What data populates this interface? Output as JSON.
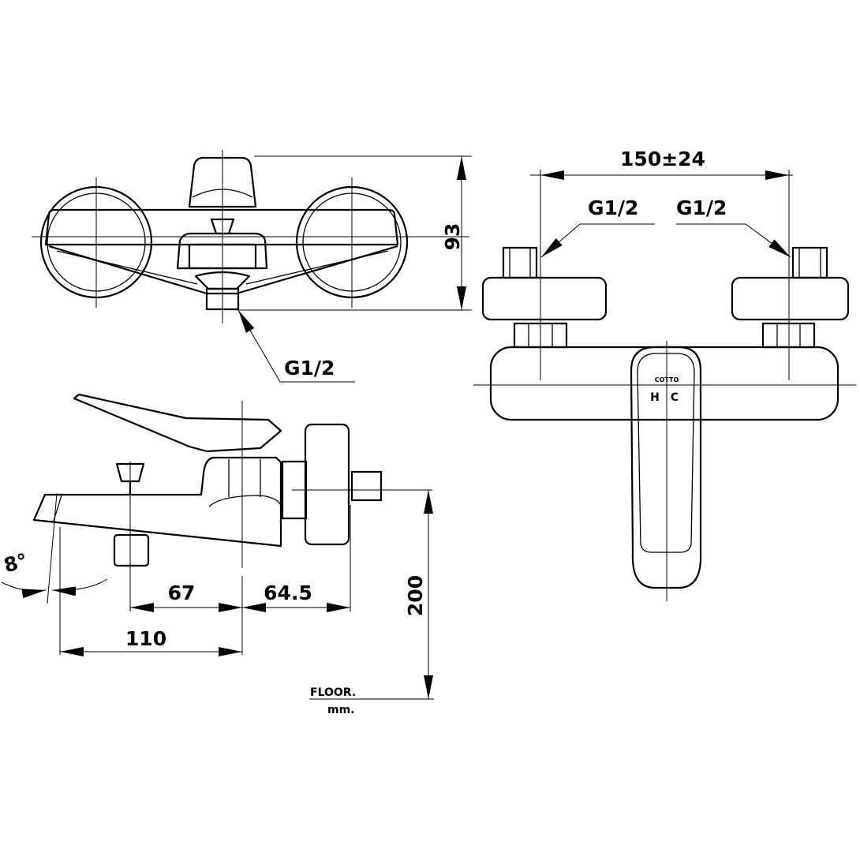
{
  "title": "Wall-mounted bath mixer dimension drawing",
  "top_view": {
    "height_dim": "93",
    "thread_label": "G1/2"
  },
  "front_view": {
    "spacing_dim": "150±24",
    "thread_left": "G1/2",
    "thread_right": "G1/2",
    "handle_brand": "COTTO",
    "hot_label": "H",
    "cold_label": "C"
  },
  "side_view": {
    "angle_dim": "8°",
    "dim_a": "67",
    "dim_b": "64.5",
    "dim_c": "110",
    "height_from_floor": "200",
    "floor_label": "FLOOR.",
    "unit_label": "mm."
  }
}
